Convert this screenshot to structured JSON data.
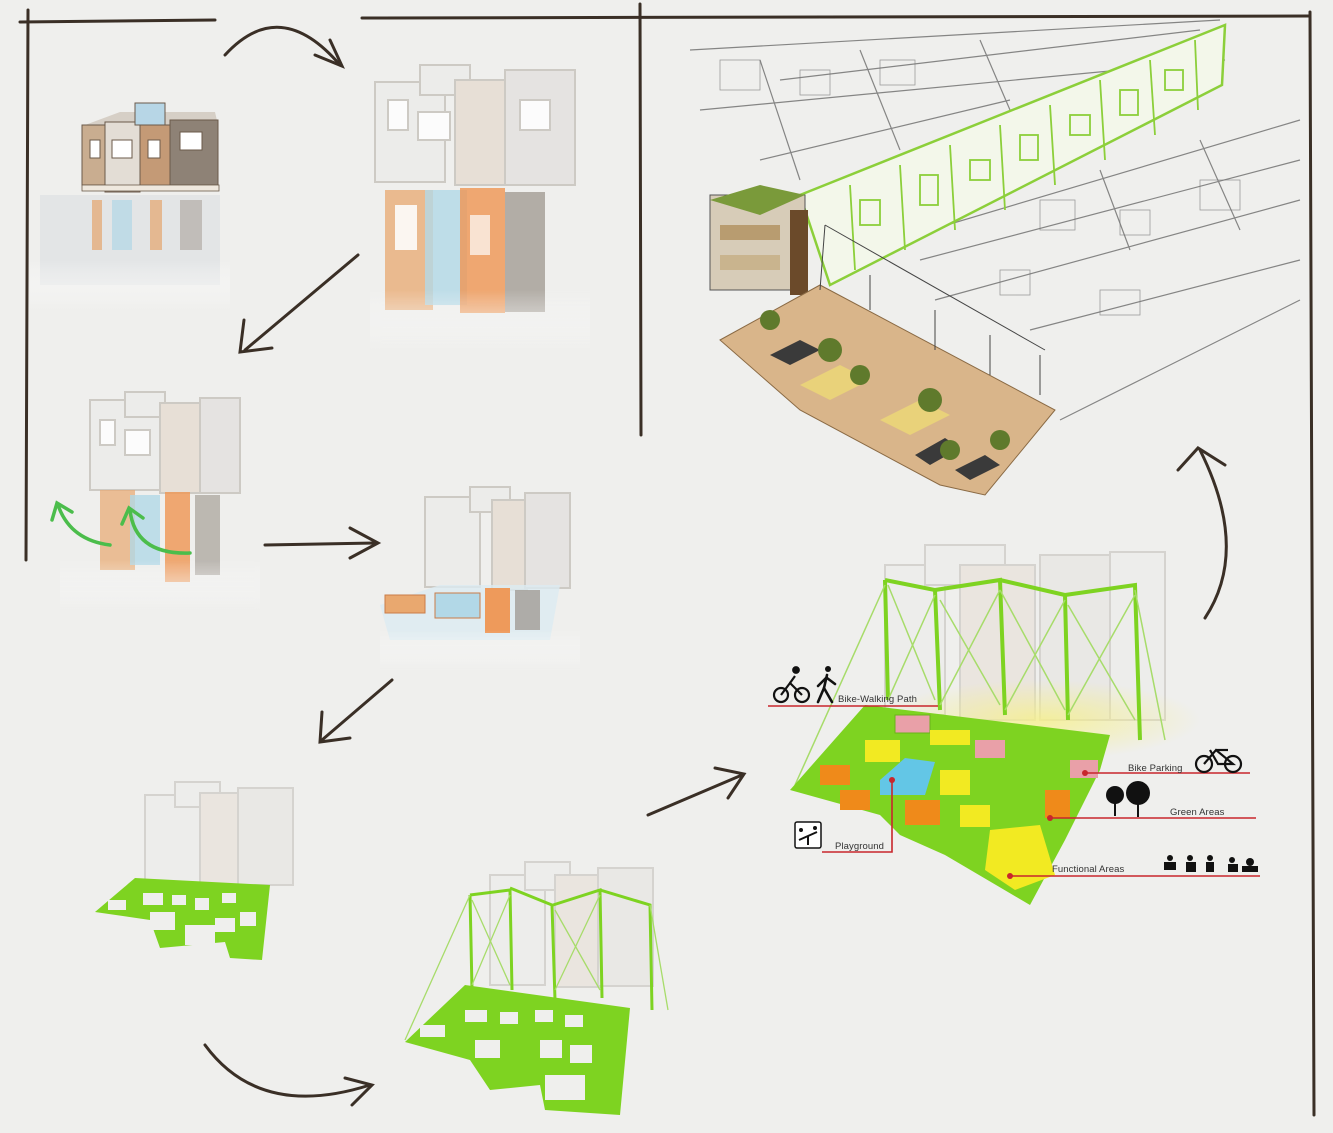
{
  "labels": {
    "bike_walking_path": "Bike-Walking Path",
    "bike_parking": "Bike Parking",
    "green_areas": "Green Areas",
    "playground": "Playground",
    "functional_areas": "Functional Areas"
  },
  "colors": {
    "background": "#efefed",
    "frame": "#3a2f26",
    "green": "#7ed321",
    "green_line": "#8ccf3a",
    "yellow": "#f2ea22",
    "orange": "#ef8a1a",
    "pink": "#e9a0a8",
    "water": "#63c6e6",
    "red_leader": "#c8262c",
    "facade_brown": "#c49a76",
    "facade_grey": "#8e8276",
    "glass_blue": "#a8d4e6"
  },
  "icons": [
    "cyclist-icon",
    "pedestrian-icon",
    "bicycle-icon",
    "tree-icon",
    "seesaw-icon",
    "people-activity-icon",
    "sketch-arrow-icon"
  ]
}
